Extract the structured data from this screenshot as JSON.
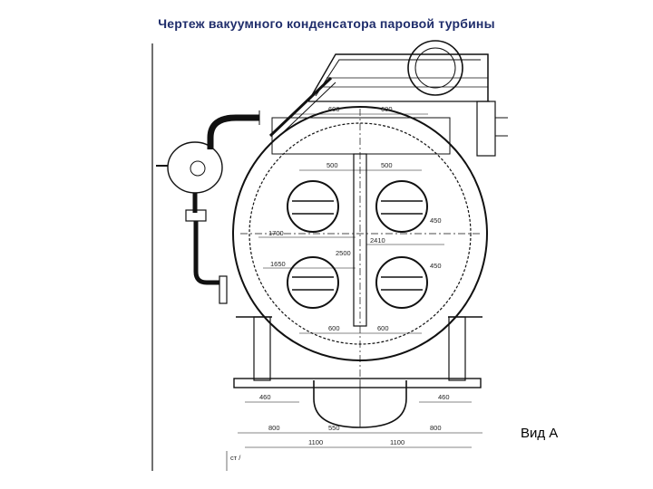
{
  "title": "Чертеж  вакуумного конденсатора  паровой турбины",
  "view_label": "Вид А",
  "dimensions": {
    "top_left": "600",
    "top_right": "600",
    "upper_left": "500",
    "upper_right": "500",
    "left_1700": "1700",
    "left_1650": "1650",
    "center_2410": "2410",
    "right_450": "450",
    "right_450_b": "450",
    "diag_2500": "2500",
    "lower_left": "600",
    "lower_right": "600",
    "base_left": "460",
    "base_right": "460",
    "base_550": "550",
    "base_800_left": "800",
    "base_800_right": "800",
    "base_1100_left": "1100",
    "base_1100_right": "1100",
    "corner_note": "ст /"
  }
}
